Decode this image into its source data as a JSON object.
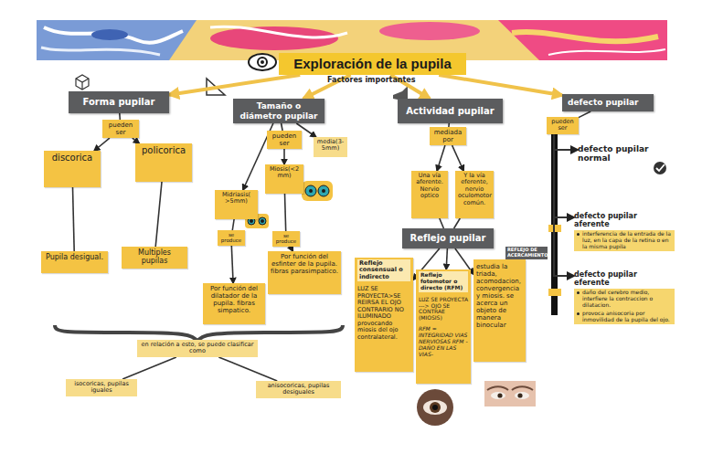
{
  "diagram": {
    "nodes": [
      {
        "text": [
          "Exploración de la pupila"
        ]
      },
      {
        "text": [
          "Forma pupilar"
        ]
      },
      {
        "text": [
          "pueden ser"
        ]
      },
      {
        "text": [
          "discorica"
        ]
      },
      {
        "text": [
          "policorica"
        ]
      },
      {
        "text": [
          "Pupila desigual."
        ]
      },
      {
        "text": [
          "Multiples pupilas"
        ]
      },
      {
        "text": [
          "Tamaño o diámetro pupilar"
        ]
      },
      {
        "text": [
          "pueden ser"
        ]
      },
      {
        "text": [
          "Midriasis( >5mm)"
        ]
      },
      {
        "text": [
          "Miosis(<2 mm)"
        ]
      },
      {
        "text": [
          "media(3-5mm)"
        ]
      },
      {
        "text": [
          "se produce"
        ]
      },
      {
        "text": [
          "se produce"
        ]
      },
      {
        "text": [
          "Por función del dilatador de la pupila. fibras simpatico."
        ]
      },
      {
        "text": [
          "Por función del esfinter de la pupila. fibras parasimpatico."
        ]
      },
      {
        "text": [
          "en relación a esto, se puede clasificar como"
        ]
      },
      {
        "text": [
          "isocoricas, pupilas iguales"
        ]
      },
      {
        "text": [
          "anisocoricas, pupilas desiguales"
        ]
      },
      {
        "text": [
          "Actividad pupilar"
        ]
      },
      {
        "text": [
          "mediada por"
        ]
      },
      {
        "text": [
          "Una vía aferente. Nervio optico"
        ]
      },
      {
        "text": [
          "Y la vía eferente, nervio oculomotor común."
        ]
      },
      {
        "text": [
          "Reflejo pupilar"
        ]
      },
      {
        "text": [
          "Reflejo consensual o indirecto",
          "LUZ SE PROYECTA>SE REIRSA EL OJO CONTRARIO NO ILUMINADO provocando miosis del ojo contralateral."
        ]
      },
      {
        "text": [
          "Reflejo fotomotor o directo (RFM)",
          "LUZ SE PROYECTA ---> OJO SE CONTRAE (MIOSIS)",
          "RFM = INTEGRIDAD VIAS NERVIOSAS RFM - DAÑO EN LAS VIAS-"
        ]
      },
      {
        "text": [
          "REFLEJO DE ACERCAMIENTO",
          "estudia la triada, acomodacion, convergencia y miosis. se acerca un objeto de manera binocular"
        ]
      },
      {
        "text": [
          "defecto pupilar"
        ]
      },
      {
        "text": [
          "pueden ser"
        ]
      },
      {
        "text": [
          "defecto pupilar normal"
        ]
      },
      {
        "text": [
          "defecto pupilar aferente",
          "interferencia de la entrada de la luz, en la capa de la retina o en la misma pupila"
        ]
      },
      {
        "text": [
          "defecto pupilar eferente",
          "daño del cerebro medio, interfiere la contraccion o dilatacion.",
          "provoca anisocoria por inmovilidad de la pupila del ojo."
        ]
      }
    ],
    "edges": [
      {
        "from": 0,
        "to": 1,
        "arrow": "to"
      },
      {
        "from": 0,
        "to": 7,
        "arrow": "to"
      },
      {
        "from": 0,
        "to": 19,
        "arrow": "to"
      },
      {
        "from": 0,
        "to": 27,
        "arrow": "to"
      },
      {
        "from": 1,
        "to": 2,
        "arrow": "none"
      },
      {
        "from": 2,
        "to": 3,
        "arrow": "to"
      },
      {
        "from": 2,
        "to": 4,
        "arrow": "to"
      },
      {
        "from": 3,
        "to": 5,
        "arrow": "none"
      },
      {
        "from": 4,
        "to": 6,
        "arrow": "none"
      },
      {
        "from": 7,
        "to": 8,
        "arrow": "none"
      },
      {
        "from": 8,
        "to": 10,
        "arrow": "to"
      },
      {
        "from": 7,
        "to": 9,
        "arrow": "to"
      },
      {
        "from": 7,
        "to": 11,
        "arrow": "to"
      },
      {
        "from": 9,
        "to": 12,
        "arrow": "none"
      },
      {
        "from": 12,
        "to": 14,
        "arrow": "to"
      },
      {
        "from": 10,
        "to": 13,
        "arrow": "none"
      },
      {
        "from": 13,
        "to": 15,
        "arrow": "to"
      },
      {
        "from": 16,
        "to": 17,
        "arrow": "none"
      },
      {
        "from": 16,
        "to": 18,
        "arrow": "none"
      },
      {
        "from": 19,
        "to": 20,
        "arrow": "none"
      },
      {
        "from": 20,
        "to": 21,
        "arrow": "to"
      },
      {
        "from": 20,
        "to": 22,
        "arrow": "to"
      },
      {
        "from": 21,
        "to": 23,
        "arrow": "none"
      },
      {
        "from": 22,
        "to": 23,
        "arrow": "none"
      },
      {
        "from": 23,
        "to": 24,
        "arrow": "to"
      },
      {
        "from": 23,
        "to": 25,
        "arrow": "to"
      },
      {
        "from": 23,
        "to": 26,
        "arrow": "to"
      },
      {
        "from": 27,
        "to": 28,
        "arrow": "none"
      },
      {
        "from": 28,
        "to": 29,
        "arrow": "to"
      },
      {
        "from": 28,
        "to": 30,
        "arrow": "to"
      },
      {
        "from": 28,
        "to": 31,
        "arrow": "to"
      }
    ],
    "labels": [
      "Factores importantes"
    ]
  }
}
